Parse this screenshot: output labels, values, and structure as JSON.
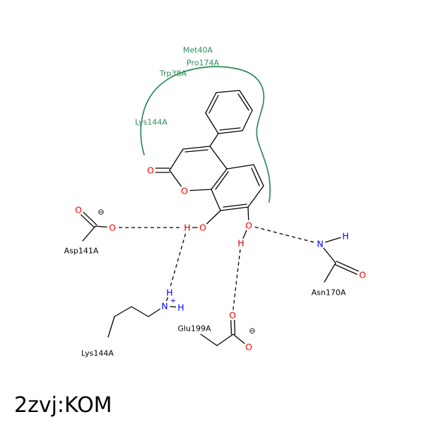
{
  "title": "2zvj:KOM",
  "hydrophobic_contacts": {
    "met40": "Met40A",
    "pro174": "Pro174A",
    "trp38": "Trp38A",
    "lys144": "Lys144A"
  },
  "residues": {
    "asp141": "Asp141A",
    "lys144": "Lys144A",
    "glu199": "Glu199A",
    "asn170": "Asn170A"
  },
  "atoms": {
    "oxygen": "O",
    "hydrogen": "H",
    "nitrogen": "N",
    "charge_minus": "⊖",
    "charge_plus": "+"
  },
  "colors": {
    "hydrophobic_green": "#2e8b57",
    "oxygen_red": "#ff0000",
    "nitrogen_blue": "#0000ff",
    "bond_black": "#000000",
    "background": "#ffffff"
  }
}
